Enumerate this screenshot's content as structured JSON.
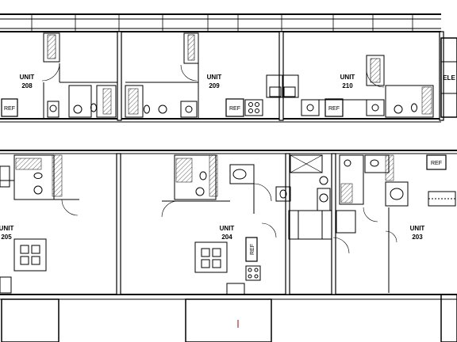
{
  "units": [
    {
      "id": "u208",
      "line1": "UNIT",
      "line2": "208"
    },
    {
      "id": "u209",
      "line1": "UNIT",
      "line2": "209"
    },
    {
      "id": "u210",
      "line1": "UNIT",
      "line2": "210"
    },
    {
      "id": "u205",
      "line1": "UNIT",
      "line2": "205"
    },
    {
      "id": "u204",
      "line1": "UNIT",
      "line2": "204"
    },
    {
      "id": "u203",
      "line1": "UNIT",
      "line2": "203"
    }
  ],
  "appliance_labels": {
    "ref": "REF",
    "elev": "ELE"
  },
  "fixture_icons": [
    "toilet-icon",
    "sink-icon",
    "bathtub-icon",
    "range-icon",
    "washer-dryer-icon",
    "kitchen-island-icon",
    "door-swing-icon"
  ]
}
